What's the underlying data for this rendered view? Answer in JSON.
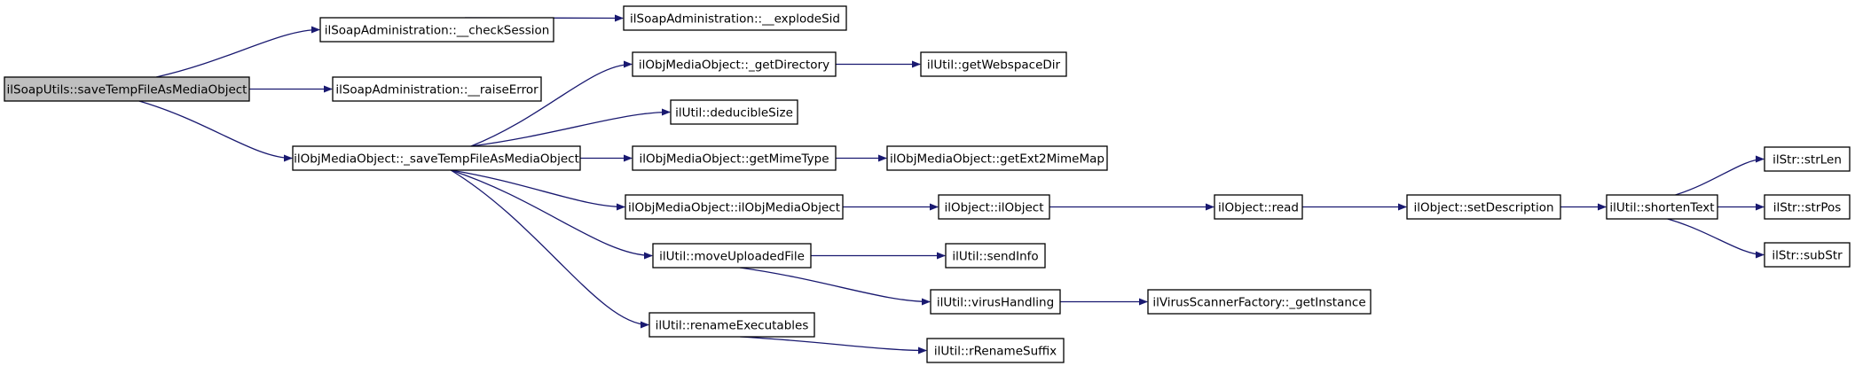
{
  "diagram": {
    "type": "call-graph",
    "colors": {
      "edge": "#191970",
      "root_fill": "#bfbfbf",
      "node_fill": "#ffffff",
      "border": "#000000"
    },
    "nodes": {
      "n0": "ilSoapUtils::saveTempFileAsMediaObject",
      "n1": "ilSoapAdministration::__checkSession",
      "n2": "ilSoapAdministration::__explodeSid",
      "n3": "ilSoapAdministration::__raiseError",
      "n4": "ilObjMediaObject::_saveTempFileAsMediaObject",
      "n5": "ilObjMediaObject::_getDirectory",
      "n6": "ilUtil::getWebspaceDir",
      "n7": "ilUtil::deducibleSize",
      "n8": "ilObjMediaObject::getMimeType",
      "n9": "ilObjMediaObject::getExt2MimeMap",
      "n10": "ilObjMediaObject::ilObjMediaObject",
      "n11": "ilObject::ilObject",
      "n12": "ilObject::read",
      "n13": "ilObject::setDescription",
      "n14": "ilUtil::shortenText",
      "n15": "ilStr::strLen",
      "n16": "ilStr::strPos",
      "n17": "ilStr::subStr",
      "n18": "ilUtil::moveUploadedFile",
      "n19": "ilUtil::sendInfo",
      "n20": "ilUtil::virusHandling",
      "n21": "ilVirusScannerFactory::_getInstance",
      "n22": "ilUtil::renameExecutables",
      "n23": "ilUtil::rRenameSuffix"
    },
    "root": "n0",
    "edges": [
      [
        "n0",
        "n1"
      ],
      [
        "n0",
        "n3"
      ],
      [
        "n0",
        "n4"
      ],
      [
        "n1",
        "n2"
      ],
      [
        "n4",
        "n5"
      ],
      [
        "n4",
        "n7"
      ],
      [
        "n4",
        "n8"
      ],
      [
        "n4",
        "n10"
      ],
      [
        "n4",
        "n18"
      ],
      [
        "n4",
        "n22"
      ],
      [
        "n5",
        "n6"
      ],
      [
        "n8",
        "n9"
      ],
      [
        "n10",
        "n11"
      ],
      [
        "n11",
        "n12"
      ],
      [
        "n12",
        "n13"
      ],
      [
        "n13",
        "n14"
      ],
      [
        "n14",
        "n15"
      ],
      [
        "n14",
        "n16"
      ],
      [
        "n14",
        "n17"
      ],
      [
        "n18",
        "n19"
      ],
      [
        "n18",
        "n20"
      ],
      [
        "n20",
        "n21"
      ],
      [
        "n22",
        "n23"
      ]
    ]
  }
}
